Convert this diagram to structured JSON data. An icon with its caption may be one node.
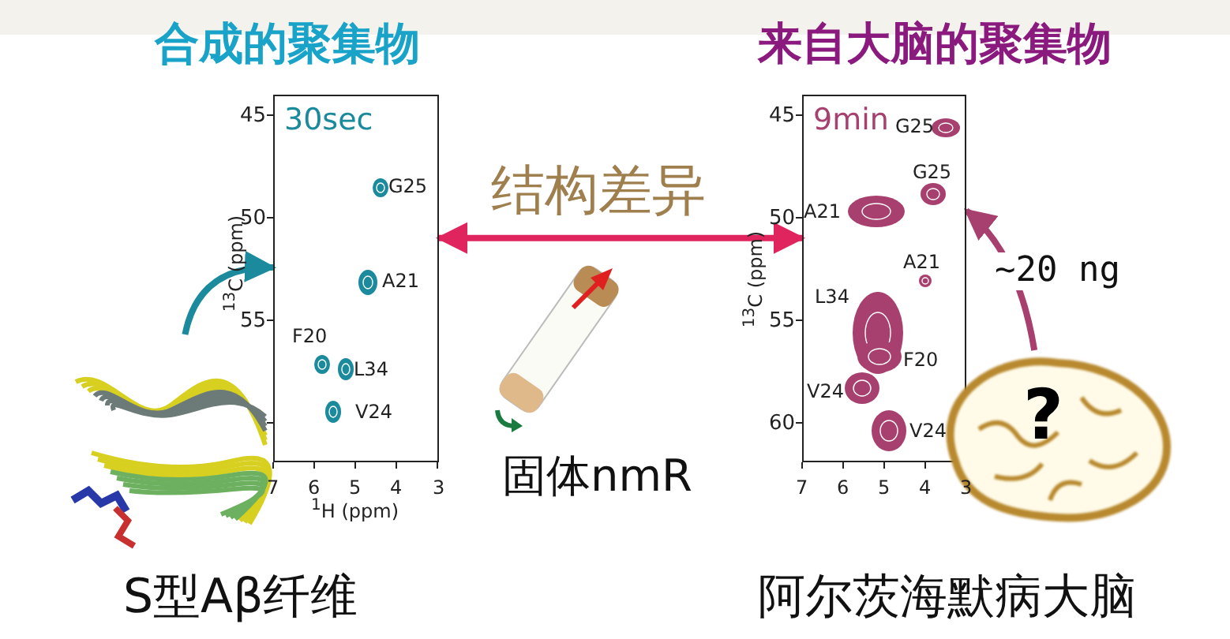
{
  "diagram": {
    "nodes": [
      {
        "text": [],
        "shape": "picture",
        "beside": [
          "S型Aβ纤维"
        ]
      },
      {
        "text": [
          "30sec"
        ]
      },
      {
        "text": [],
        "shape": "picture",
        "beside": [
          "固体nmR"
        ]
      },
      {
        "text": [
          "9min"
        ]
      },
      {
        "text": [
          "?"
        ],
        "beside": [
          "阿尔茨海默病大脑"
        ]
      }
    ],
    "edges": [
      {
        "from": 0,
        "to": 1,
        "arrow": "to",
        "color": "#1a8a9c"
      },
      {
        "from": 3,
        "to": 1,
        "arrow": "both",
        "label": "结构差异",
        "color": "#e0245e"
      },
      {
        "from": 4,
        "to": 3,
        "arrow": "to",
        "label": "~20 ng",
        "color": "#a8406f"
      }
    ],
    "labels": [
      "合成的聚集物",
      "来自大脑的聚集物",
      "45",
      "50",
      "55",
      "$^{13}$C (ppm)",
      "G25",
      "A21",
      "F20",
      "L34",
      "V24",
      "7",
      "6",
      "5",
      "4",
      "3",
      "$^{1}$H (ppm)",
      "45",
      "G25",
      "G25",
      "50",
      "A21",
      "A21",
      "$^{13}$C (ppm)",
      "L34",
      "55",
      "F20",
      "V24",
      "60",
      "V24",
      "7",
      "6",
      "5",
      "4",
      "3"
    ]
  }
}
